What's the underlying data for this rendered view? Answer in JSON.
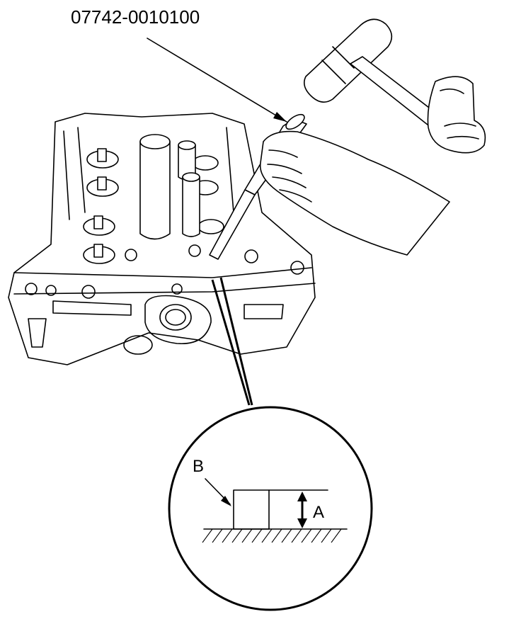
{
  "labels": {
    "tool_part_number": "07742-0010100",
    "callout_a": "A",
    "callout_b": "B"
  },
  "icons": [
    "cylinder-head-drawing",
    "hammer-icon",
    "hand-icon",
    "valve-guide-driver-tool",
    "detail-magnifier-circle"
  ],
  "colors": {
    "line": "#000000",
    "background": "#ffffff"
  }
}
